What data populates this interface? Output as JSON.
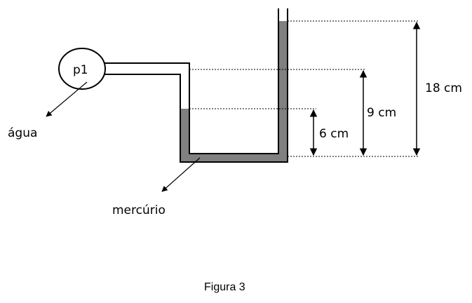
{
  "labels": {
    "p1": "p1",
    "agua": "água",
    "mercurio": "mercúrio",
    "h6": "6 cm",
    "h9": "9 cm",
    "h18": "18 cm",
    "caption": "Figura 3"
  },
  "colors": {
    "line": "#000000",
    "mercury": "#808080",
    "background": "#ffffff"
  },
  "dimensions_cm": {
    "mercury_left_column": 6,
    "water_pipe_level": 9,
    "mercury_right_column": 18
  }
}
